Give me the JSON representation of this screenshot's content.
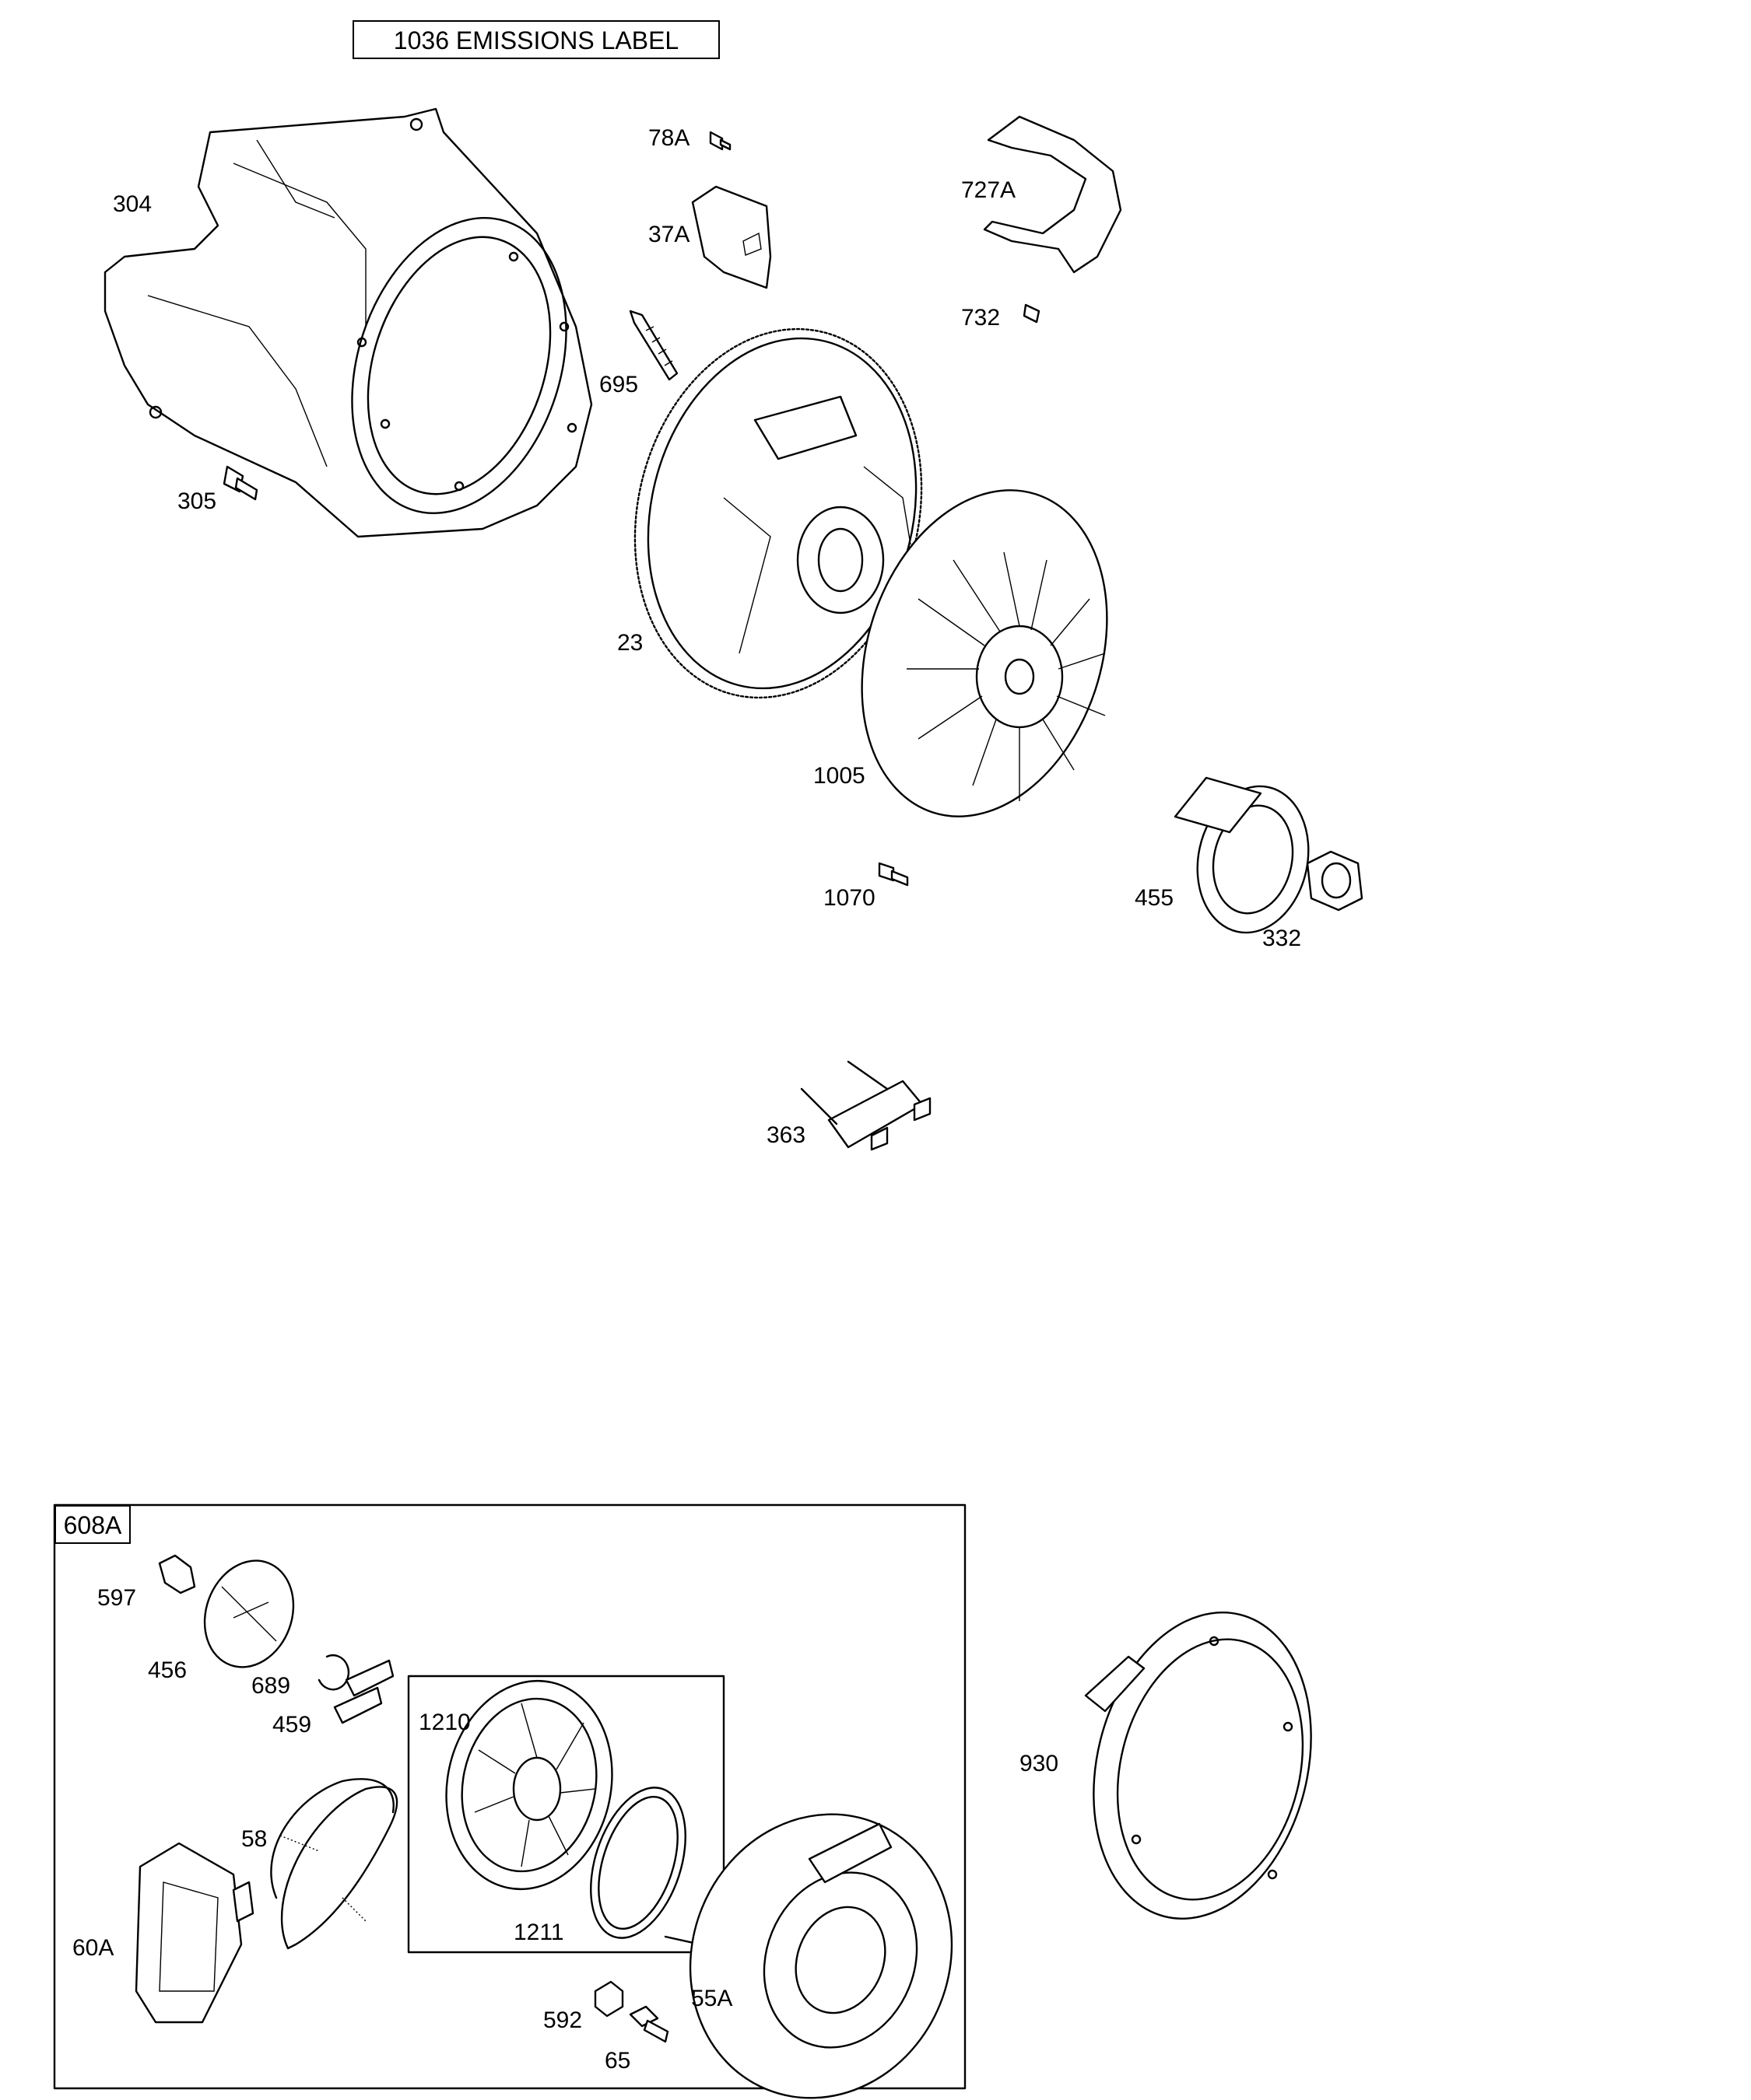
{
  "emissions_label": "1036 EMISSIONS LABEL",
  "kit_label": "608A",
  "subkit_label": "1210",
  "parts": {
    "p304": "304",
    "p305": "305",
    "p78A": "78A",
    "p37A": "37A",
    "p727A": "727A",
    "p732": "732",
    "p695": "695",
    "p23": "23",
    "p1005": "1005",
    "p1070": "1070",
    "p455": "455",
    "p332": "332",
    "p363": "363",
    "p597": "597",
    "p456": "456",
    "p689": "689",
    "p459": "459",
    "p58": "58",
    "p60A": "60A",
    "p1211": "1211",
    "p592": "592",
    "p65": "65",
    "p55A": "55A",
    "p930": "930"
  }
}
